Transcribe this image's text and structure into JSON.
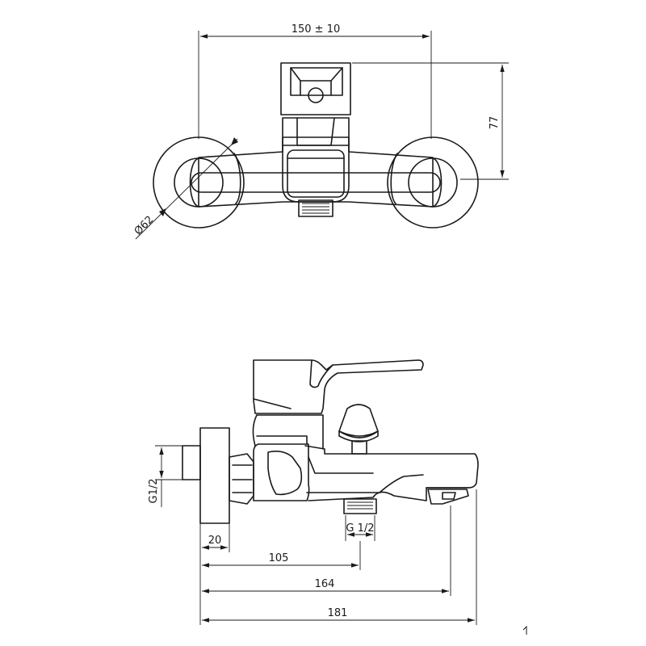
{
  "top_view": {
    "dim_width": "150 ± 10",
    "dim_height": "77",
    "dim_diameter": "Ø62"
  },
  "side_view": {
    "dim_thread_left": "G1/2",
    "dim_thread_bottom": "G 1/2",
    "dim_20": "20",
    "dim_105": "105",
    "dim_164": "164",
    "dim_181": "181"
  }
}
